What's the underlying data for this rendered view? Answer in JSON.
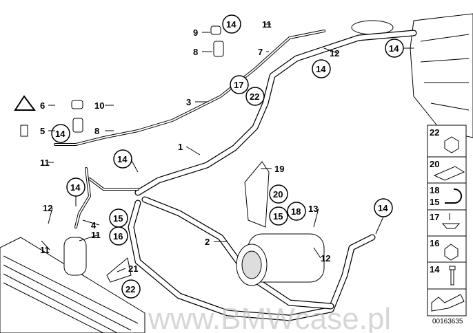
{
  "watermark": "www.BMWcase.pl",
  "diagram_number": "00163635",
  "labels": [
    "9",
    "11",
    "8",
    "7",
    "12",
    "6",
    "10",
    "3",
    "5",
    "8",
    "1",
    "11",
    "19",
    "12",
    "13",
    "4",
    "11",
    "2",
    "11",
    "12",
    "21"
  ],
  "circled": [
    "14",
    "14",
    "14",
    "17",
    "22",
    "14",
    "14",
    "14",
    "20",
    "15",
    "18",
    "15",
    "14",
    "16",
    "22"
  ],
  "legend": [
    "22",
    "20",
    "18",
    "15",
    "17",
    "16",
    "14"
  ]
}
